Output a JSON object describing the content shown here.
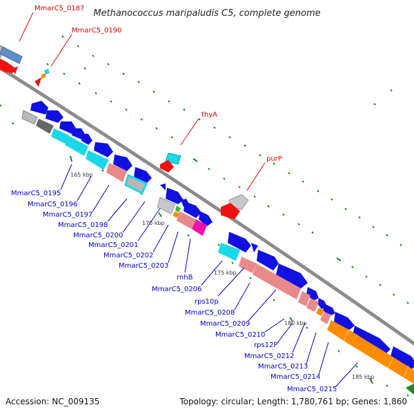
{
  "title": "Methanococcus maripaludis C5, complete genome",
  "accession": "Accession: NC_009135",
  "topology": "Topology: circular; Length: 1,780,761 bp; Genes: 1,860",
  "colors": {
    "backbone": "#8c8c8c",
    "tick": "#1a8a1a",
    "label_red": "#e00000",
    "label_blue": "#0000cc",
    "gene_blue": "#1010e0",
    "gene_cyan": "#19d8e8",
    "gene_pink": "#e88a8a",
    "gene_grey": "#b8b8b8",
    "gene_darkgrey": "#666666",
    "gene_red": "#ee1111",
    "gene_orange": "#ff8c00",
    "gene_steel": "#5f8fc7",
    "gene_magenta": "#ee11aa",
    "gene_green": "#33bb33"
  },
  "scale_labels": [
    "165 kbp",
    "170 kbp",
    "175 kbp",
    "180 kbp",
    "185 kbp"
  ],
  "red_labels": [
    "MmarC5_0187",
    "MmarC5_0190",
    "thyA",
    "purP"
  ],
  "blue_labels": [
    "MmarC5_0195",
    "MmarC5_0196",
    "MmarC5_0197",
    "MmarC5_0198",
    "MmarC5_0200",
    "MmarC5_0201",
    "MmarC5_0202",
    "MmarC5_0203",
    "rnhB",
    "MmarC5_0206",
    "rps10p",
    "MmarC5_0208",
    "MmarC5_0209",
    "MmarC5_0210",
    "rps12P",
    "MmarC5_0212",
    "MmarC5_0213",
    "MmarC5_0214",
    "MmarC5_0215"
  ]
}
